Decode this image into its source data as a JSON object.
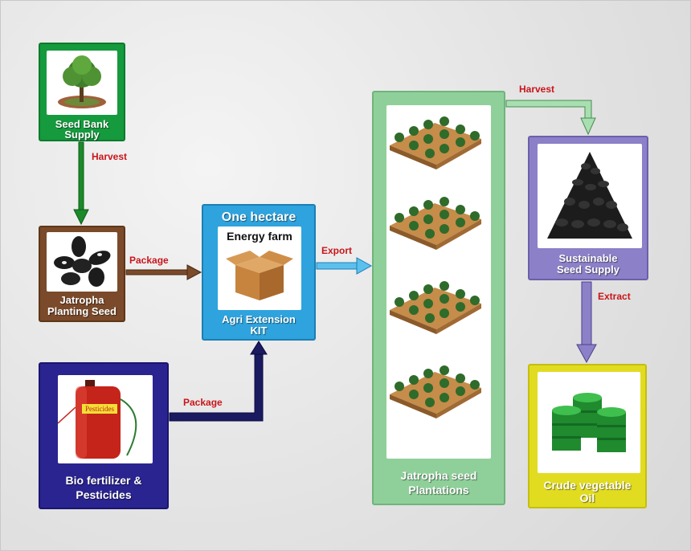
{
  "nodes": {
    "seed_bank": {
      "label": "Seed Bank Supply",
      "line1": "Seed Bank",
      "line2": "Supply",
      "color": "#159a3e"
    },
    "planting_seed": {
      "line1": "Jatropha",
      "line2": "Planting Seed",
      "color": "#7a4a2a"
    },
    "bio_fertilizer": {
      "line1": "Bio fertilizer &",
      "line2": "Pesticides",
      "container_text": "Pesticides",
      "color": "#2a2490"
    },
    "kit": {
      "title": "One hectare",
      "inner_title": "Energy farm",
      "line1": "Agri Extension",
      "line2": "KIT",
      "color": "#2ea3de"
    },
    "plantations": {
      "line1": "Jatropha seed",
      "line2": "Plantations",
      "color": "#8fd09a"
    },
    "sustainable": {
      "line1": "Sustainable",
      "line2": "Seed Supply",
      "color": "#8c80c8"
    },
    "crude_oil": {
      "line1": "Crude vegetable",
      "line2": "Oil",
      "color": "#e2dc21"
    }
  },
  "edges": {
    "harvest_1": "Harvest",
    "package_1": "Package",
    "package_2": "Package",
    "export": "Export",
    "harvest_2": "Harvest",
    "extract": "Extract"
  },
  "icons": {
    "tree": "tree-icon",
    "seeds": "seeds-icon",
    "box": "cardboard-box-icon",
    "sprayer": "pesticide-sprayer-icon",
    "field": "plantation-field-icon",
    "seed_pile": "seed-pile-icon",
    "barrels": "oil-barrels-icon"
  }
}
